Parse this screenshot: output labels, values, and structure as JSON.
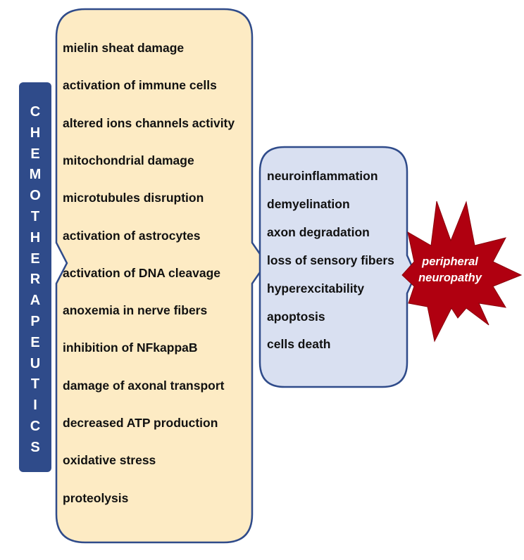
{
  "left_label": "CHEMOTHERAPEUTICS",
  "causes": [
    "mielin  sheat damage",
    "activation of immune cells",
    "altered ions channels activity",
    "mitochondrial damage",
    "microtubules  disruption",
    "activation of astrocytes",
    "activation of DNA cleavage",
    "anoxemia in nerve fibers",
    "inhibition of NFkappaB",
    "damage of axonal transport",
    "decreased ATP production",
    "oxidative stress",
    "proteolysis"
  ],
  "effects": [
    "neuroinflammation",
    "demyelination",
    "axon degradation",
    "loss of sensory fibers",
    "hyperexcitability",
    "apoptosis",
    "cells death"
  ],
  "outcome": {
    "line1": "peripheral",
    "line2": "neuropathy"
  },
  "colors": {
    "left_bar": "#2f4b8a",
    "causes_box": "#fdebc4",
    "effects_box": "#d9e0f1",
    "box_border": "#2f4b8a",
    "starburst": "#b00010",
    "text": "#111111"
  }
}
